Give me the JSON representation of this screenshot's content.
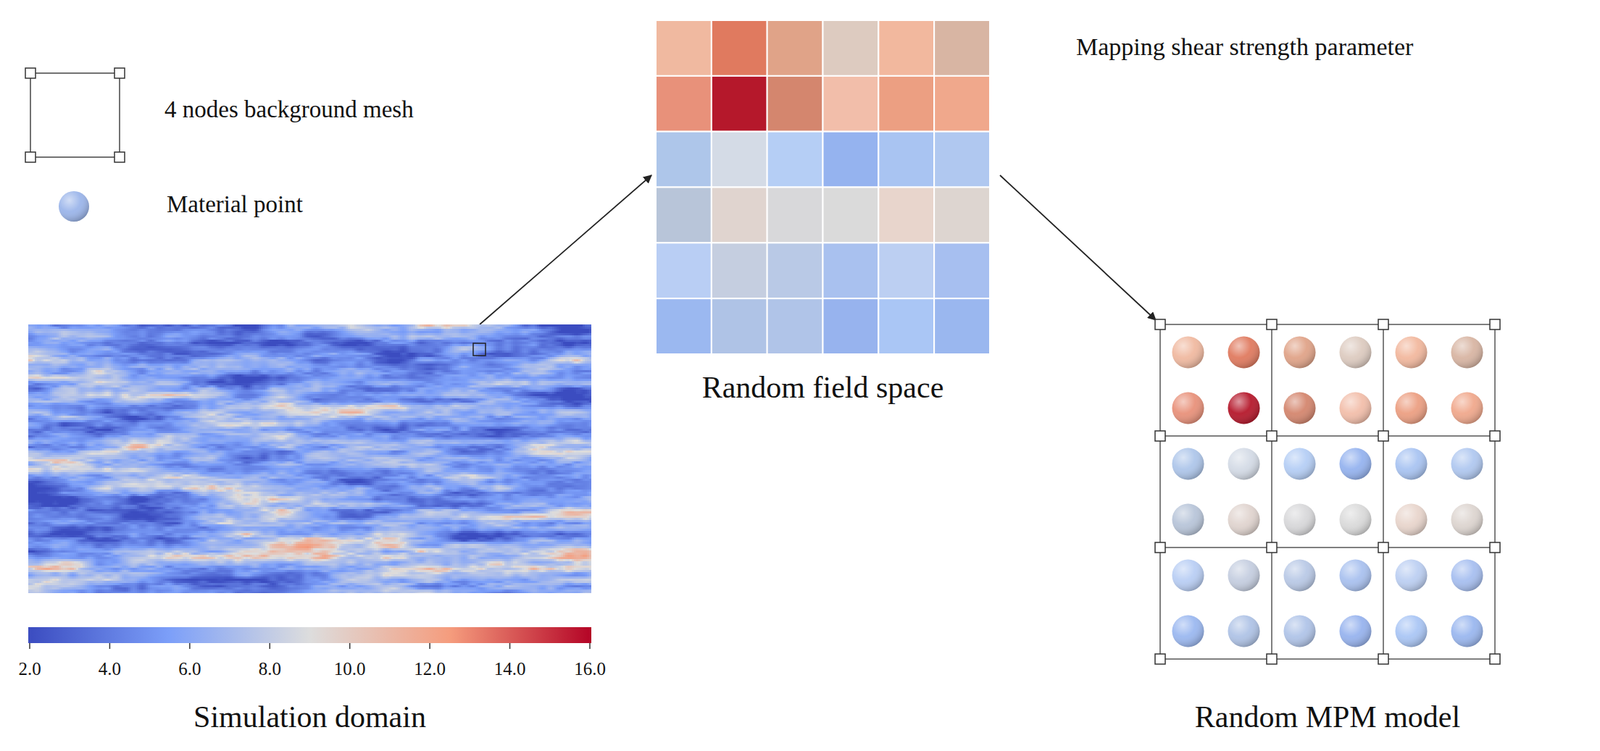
{
  "diagram": {
    "nodes": [
      {
        "text": [
          "Simulation domain"
        ]
      },
      {
        "text": [
          "Random field space"
        ]
      },
      {
        "text": [
          "Random MPM model"
        ]
      }
    ],
    "edges": [
      {
        "from": 0,
        "to": 1,
        "arrow": "to"
      },
      {
        "from": 1,
        "to": 2,
        "arrow": "to",
        "label": "Mapping shear strength parameter"
      }
    ],
    "labels": [
      "2.0",
      "4.0",
      "6.0",
      "8.0",
      "10.0",
      "12.0",
      "14.0",
      "16.0"
    ],
    "legend": [
      {
        "text": "4 nodes background mesh"
      },
      {
        "text": "Material point"
      }
    ]
  }
}
